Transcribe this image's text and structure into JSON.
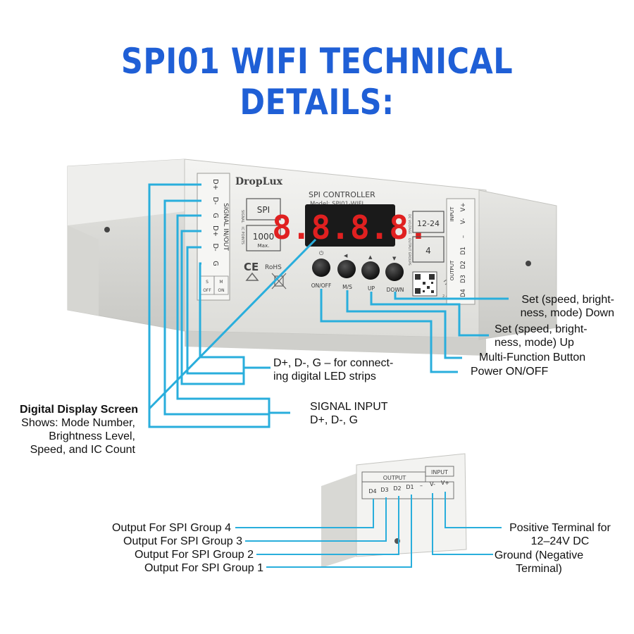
{
  "title": "SPI01 WIFI TECHNICAL DETAILS:",
  "device": {
    "brand": "DropLux",
    "header": "SPI CONTROLLER",
    "model": "Model: SPI01-WIFI",
    "signal_tag": "SIGNAL",
    "signal_value": "SPI",
    "ic_points_tag": "IC POINTS",
    "ic_points_value": "1000",
    "ic_points_unit": "Max.",
    "ce_mark": "CE",
    "rohs_mark": "RoHS",
    "display_digits": "8.8.8.8.",
    "button_labels": [
      "ON/OFF",
      "M/S",
      "UP",
      "DOWN"
    ],
    "left_terminal_labels": [
      "D+",
      "D-",
      "G",
      "D+",
      "D-",
      "G"
    ],
    "left_terminal_group": "SIGNAL IN/OUT",
    "left_terminal_switch": [
      "S",
      "OFF",
      "M",
      "ON"
    ],
    "dc_voltage_tag": "DC VOLTAGE",
    "dc_voltage_value": "12-24",
    "output_groups_tag": "OUTPUT GROUPS",
    "output_groups_value": "4",
    "right_terminal_labels": [
      "V+",
      "V-",
      "–",
      "D1",
      "D2",
      "D3",
      "D4"
    ],
    "right_terminal_input": "INPUT",
    "right_terminal_output": "OUTPUT",
    "wifi_band": "2.4GHz"
  },
  "bottom_device": {
    "output_header": "OUTPUT",
    "input_header": "INPUT",
    "labels": [
      "D4",
      "D3",
      "D2",
      "D1",
      "–",
      "V-",
      "V+"
    ]
  },
  "callouts": {
    "display": {
      "heading": "Digital Display Screen",
      "lines": [
        "Shows: Mode Number,",
        "Brightness Level,",
        "Speed, and IC Count"
      ]
    },
    "down": [
      "Set (speed, bright-",
      "ness, mode) Down"
    ],
    "up": [
      "Set (speed, bright-",
      "ness, mode) Up"
    ],
    "multi": "Multi-Function Button",
    "power": "Power ON/OFF",
    "led_strips": [
      "D+, D-, G – for connect-",
      "ing digital LED strips"
    ],
    "signal_input": [
      "SIGNAL INPUT",
      "D+, D-, G"
    ],
    "group4": "Output For SPI Group 4",
    "group3": "Output For SPI Group 3",
    "group2": "Output For SPI Group 2",
    "group1": "Output For SPI Group 1",
    "positive": [
      "Positive Terminal for",
      "12–24V DC"
    ],
    "ground": [
      "Ground (Negative",
      "Terminal)"
    ]
  },
  "colors": {
    "title": "#1f5fd6",
    "callout_line": "#29aedc",
    "device_body": "#ececea",
    "display_bg": "#1a1a1a",
    "display_digits": "#e02020"
  }
}
